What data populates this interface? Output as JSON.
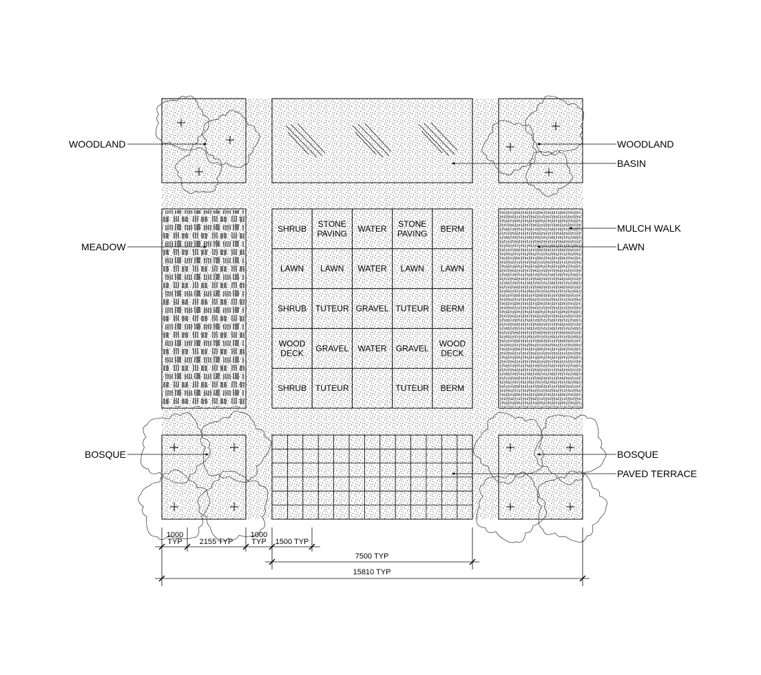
{
  "labels": {
    "woodland_left": "WOODLAND",
    "woodland_right": "WOODLAND",
    "basin": "BASIN",
    "meadow": "MEADOW",
    "mulch_walk": "MULCH WALK",
    "lawn": "LAWN",
    "bosque_left": "BOSQUE",
    "bosque_right": "BOSQUE",
    "paved_terrace": "PAVED TERRACE"
  },
  "grid": [
    [
      [
        "SHRUB"
      ],
      [
        "STONE",
        "PAVING"
      ],
      [
        "WATER"
      ],
      [
        "STONE",
        "PAVING"
      ],
      [
        "BERM"
      ]
    ],
    [
      [
        "LAWN"
      ],
      [
        "LAWN"
      ],
      [
        "WATER"
      ],
      [
        "LAWN"
      ],
      [
        "LAWN"
      ]
    ],
    [
      [
        "SHRUB"
      ],
      [
        "TUTEUR"
      ],
      [
        "GRAVEL"
      ],
      [
        "TUTEUR"
      ],
      [
        "BERM"
      ]
    ],
    [
      [
        "WOOD",
        "DECK"
      ],
      [
        "GRAVEL"
      ],
      [
        "WATER"
      ],
      [
        "GRAVEL"
      ],
      [
        "WOOD",
        "DECK"
      ]
    ],
    [
      [
        "SHRUB"
      ],
      [
        "TUTEUR"
      ],
      [],
      [
        "TUTEUR"
      ],
      [
        "BERM"
      ]
    ]
  ],
  "dimensions": {
    "d1000a": [
      "1000",
      "TYP"
    ],
    "d2155": "2155 TYP",
    "d1000b": [
      "1000",
      "TYP"
    ],
    "d1500": "1500 TYP",
    "d7500": "7500 TYP",
    "d15810": "15810 TYP"
  }
}
